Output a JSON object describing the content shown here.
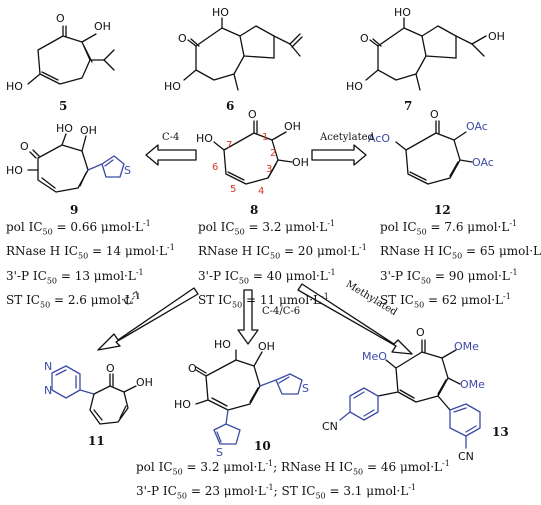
{
  "compounds": {
    "c5": "5",
    "c6": "6",
    "c7": "7",
    "c8": "8",
    "c9": "9",
    "c10": "10",
    "c11": "11",
    "c12": "12",
    "c13": "13"
  },
  "arrows": {
    "c4": "C-4",
    "acetylated": "Acetylated",
    "c7": "C-7",
    "c4c6": "C-4/C-6",
    "methylated": "Methylated"
  },
  "atoms": {
    "O": "O",
    "OH": "OH",
    "HO": "HO",
    "OAc": "OAc",
    "AcO": "AcO",
    "OMe": "OMe",
    "MeO": "MeO",
    "S": "S",
    "N": "N",
    "CN": "CN"
  },
  "ring_numbers": [
    "1",
    "2",
    "3",
    "4",
    "5",
    "6",
    "7"
  ],
  "ic50_unit": "μmol·L",
  "ic50_unit_exp": "-1",
  "ic50_sub": "50",
  "ic50_prefix": "IC",
  "data": {
    "c9": [
      {
        "assay": "pol",
        "value": "0.66"
      },
      {
        "assay": "RNase H",
        "value": "14"
      },
      {
        "assay": "3'-P",
        "value": "13"
      },
      {
        "assay": "ST",
        "value": "2.6"
      }
    ],
    "c8": [
      {
        "assay": "pol",
        "value": "3.2"
      },
      {
        "assay": "RNase H",
        "value": "20"
      },
      {
        "assay": "3'-P",
        "value": "40"
      },
      {
        "assay": "ST",
        "value": "11"
      }
    ],
    "c12": [
      {
        "assay": "pol",
        "value": "7.6"
      },
      {
        "assay": "RNase H",
        "value": "65"
      },
      {
        "assay": "3'-P",
        "value": "90"
      },
      {
        "assay": "ST",
        "value": "62"
      }
    ],
    "c10": [
      {
        "assay": "pol",
        "value": "3.2"
      },
      {
        "assay": "RNase H",
        "value": "46"
      },
      {
        "assay": "3'-P",
        "value": "23"
      },
      {
        "assay": "ST",
        "value": "3.1"
      }
    ]
  }
}
